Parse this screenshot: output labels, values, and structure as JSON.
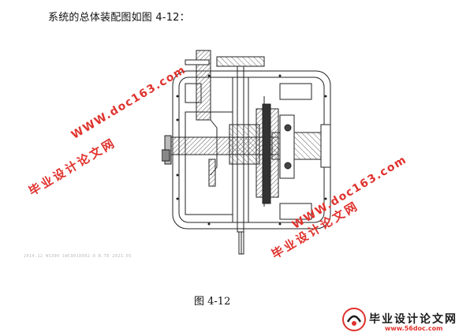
{
  "document": {
    "intro_text": "系统的总体装配图如图 4-12：",
    "figure_caption": "图 4-12",
    "faint_note": "2014.12  WS300  1WCQ01DD02-0  B.T8  2021.05"
  },
  "watermarks": {
    "url": "WWW.doc163.com",
    "site_name": "毕业设计论文网"
  },
  "logo": {
    "title": "毕业设计论文网",
    "url": "www.56doc.com"
  },
  "colors": {
    "watermark": "#e0322d",
    "drawing_line": "#222222",
    "hatch": "#555555"
  }
}
